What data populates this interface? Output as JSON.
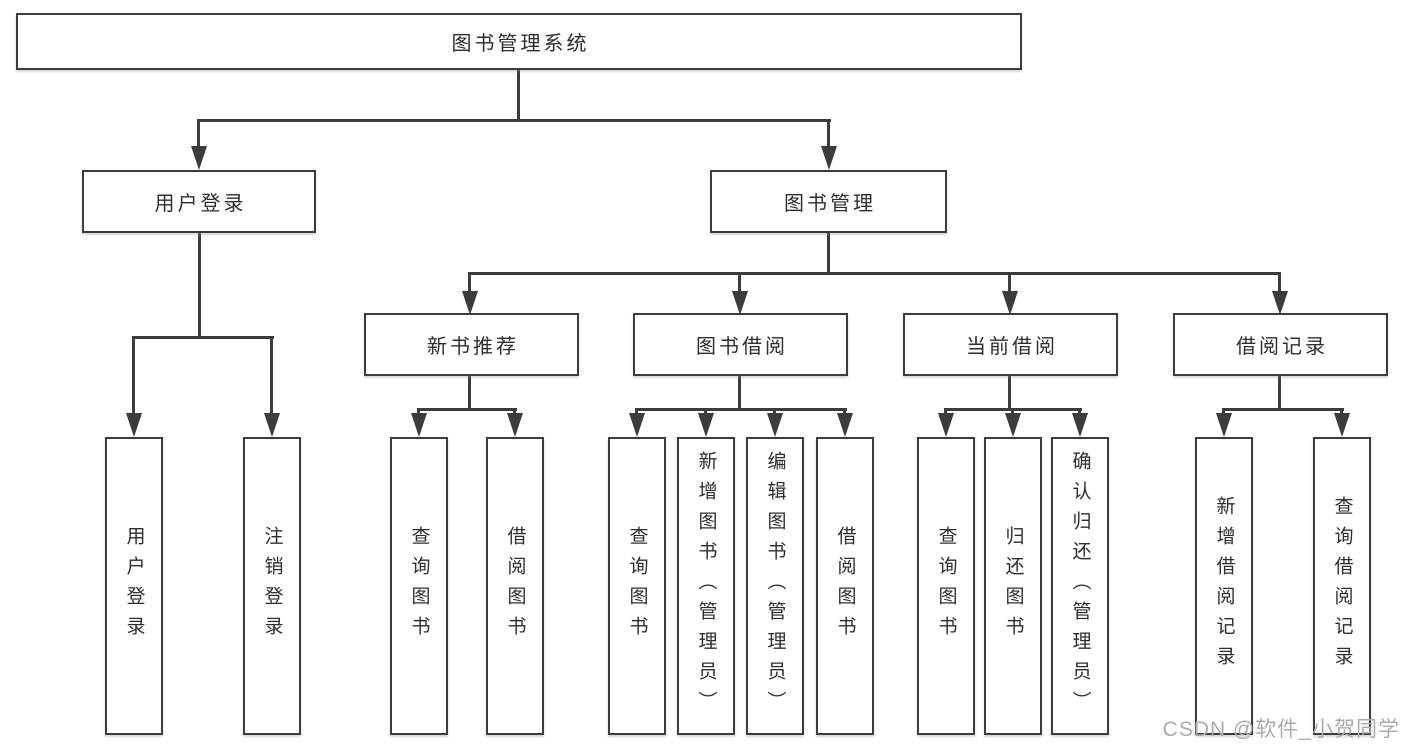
{
  "tree": {
    "label": "图书管理系统",
    "children": [
      {
        "label": "用户登录",
        "children": [
          {
            "label": "用户登录"
          },
          {
            "label": "注销登录"
          }
        ]
      },
      {
        "label": "图书管理",
        "children": [
          {
            "label": "新书推荐",
            "children": [
              {
                "label": "查询图书"
              },
              {
                "label": "借阅图书"
              }
            ]
          },
          {
            "label": "图书借阅",
            "children": [
              {
                "label": "查询图书"
              },
              {
                "label": "新增图书（管理员）"
              },
              {
                "label": "编辑图书（管理员）"
              },
              {
                "label": "借阅图书"
              }
            ]
          },
          {
            "label": "当前借阅",
            "children": [
              {
                "label": "查询图书"
              },
              {
                "label": "归还图书"
              },
              {
                "label": "确认归还（管理员）"
              }
            ]
          },
          {
            "label": "借阅记录",
            "children": [
              {
                "label": "新增借阅记录"
              },
              {
                "label": "查询借阅记录"
              }
            ]
          }
        ]
      }
    ]
  },
  "watermark": {
    "text": "CSDN @软件_小贺同学"
  },
  "colors": {
    "background": "#ffffff",
    "line": "#3c3c3c",
    "box_border": "#3c3c3c",
    "text": "#2e2e2e",
    "watermark": "#ababab"
  }
}
